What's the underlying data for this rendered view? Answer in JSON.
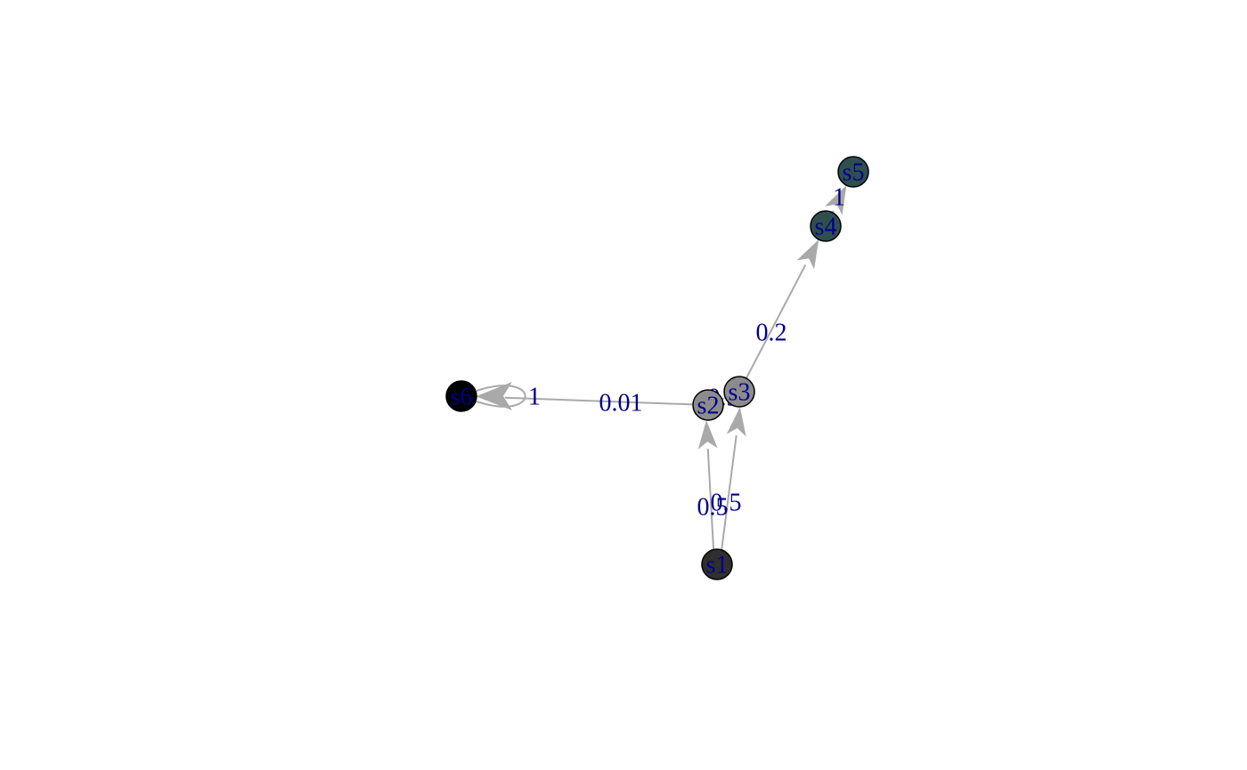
{
  "graph": {
    "label_color": "#00008b",
    "edge_color": "#a9a9a9",
    "nodes": [
      {
        "id": "s1",
        "label": "s1",
        "color": "#2f2f2f"
      },
      {
        "id": "s2",
        "label": "s2",
        "color": "#8c8c8c"
      },
      {
        "id": "s3",
        "label": "s3",
        "color": "#8c8c8c"
      },
      {
        "id": "s4",
        "label": "s4",
        "color": "#2f4f4f"
      },
      {
        "id": "s5",
        "label": "s5",
        "color": "#2f4f4f"
      },
      {
        "id": "s6",
        "label": "s6",
        "color": "#000000"
      }
    ],
    "edges": [
      {
        "from": "s1",
        "to": "s2",
        "label": "0.5"
      },
      {
        "from": "s1",
        "to": "s3",
        "label": "0.5"
      },
      {
        "from": "s2",
        "to": "s3",
        "label": "0.9"
      },
      {
        "from": "s2",
        "to": "s6",
        "label": "0.01"
      },
      {
        "from": "s3",
        "to": "s4",
        "label": "0.2"
      },
      {
        "from": "s4",
        "to": "s5",
        "label": "1"
      },
      {
        "from": "s6",
        "to": "s6",
        "label": "1"
      }
    ]
  }
}
